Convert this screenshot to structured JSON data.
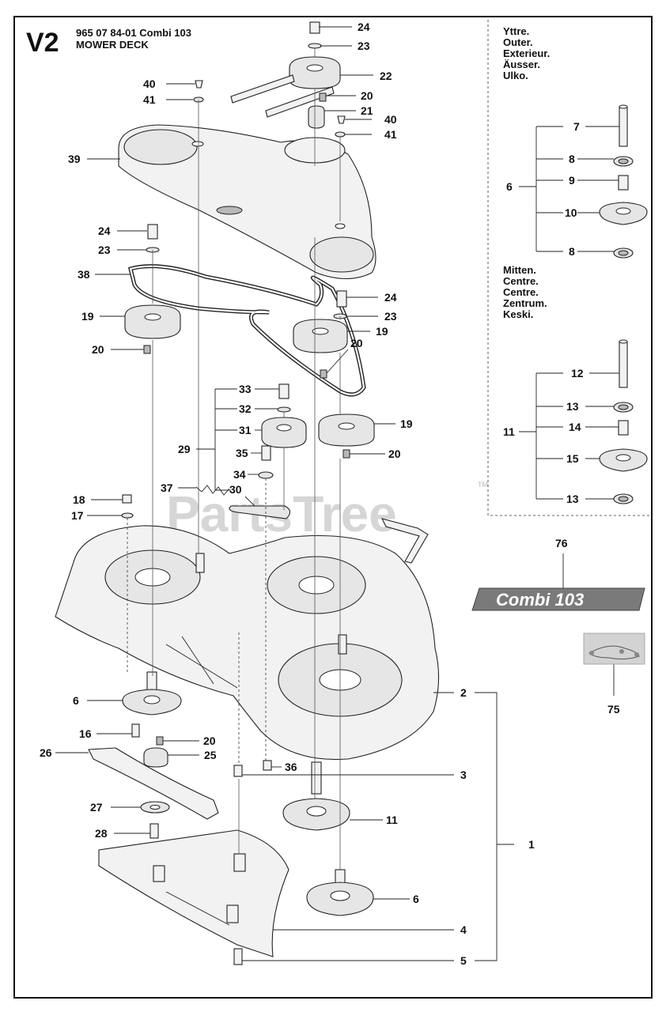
{
  "header": {
    "code": "V2",
    "line1": "965 07 84-01 Combi 103",
    "line2": "MOWER DECK"
  },
  "outer_block": [
    "Yttre.",
    "Outer.",
    "Exterieur.",
    "Äusser.",
    "Ulko."
  ],
  "center_block": [
    "Mitten.",
    "Centre.",
    "Centre.",
    "Zentrum.",
    "Keski."
  ],
  "badge_text": "Combi 103",
  "watermark": "PartsTree",
  "watermark_tm": "TM",
  "labels": {
    "p24a": "24",
    "p23a": "23",
    "p22": "22",
    "p40a": "40",
    "p41a": "41",
    "p20a": "20",
    "p21": "21",
    "p40b": "40",
    "p41b": "41",
    "p39": "39",
    "p24b": "24",
    "p23b": "23",
    "p38": "38",
    "p24c": "24",
    "p23c": "23",
    "p19a": "19",
    "p19b": "19",
    "p20b": "20",
    "p20c": "20",
    "p33": "33",
    "p32": "32",
    "p31": "31",
    "p29": "29",
    "p19c": "19",
    "p35": "35",
    "p20d": "20",
    "p34": "34",
    "p37": "37",
    "p30": "30",
    "p18": "18",
    "p17": "17",
    "p6a": "6",
    "p16": "16",
    "p20e": "20",
    "p26": "26",
    "p25": "25",
    "p36": "36",
    "p27": "27",
    "p28": "28",
    "p11a": "11",
    "p6b": "6",
    "p2": "2",
    "p3": "3",
    "p1": "1",
    "p4": "4",
    "p5": "5",
    "p76": "76",
    "p75": "75",
    "s7": "7",
    "s8a": "8",
    "s6": "6",
    "s9": "9",
    "s10": "10",
    "s8b": "8",
    "s12": "12",
    "s13a": "13",
    "s11": "11",
    "s14": "14",
    "s15": "15",
    "s13b": "13"
  },
  "colors": {
    "badge": "#7a7a7a",
    "line": "#222222",
    "watermark": "#c9c9c9"
  }
}
